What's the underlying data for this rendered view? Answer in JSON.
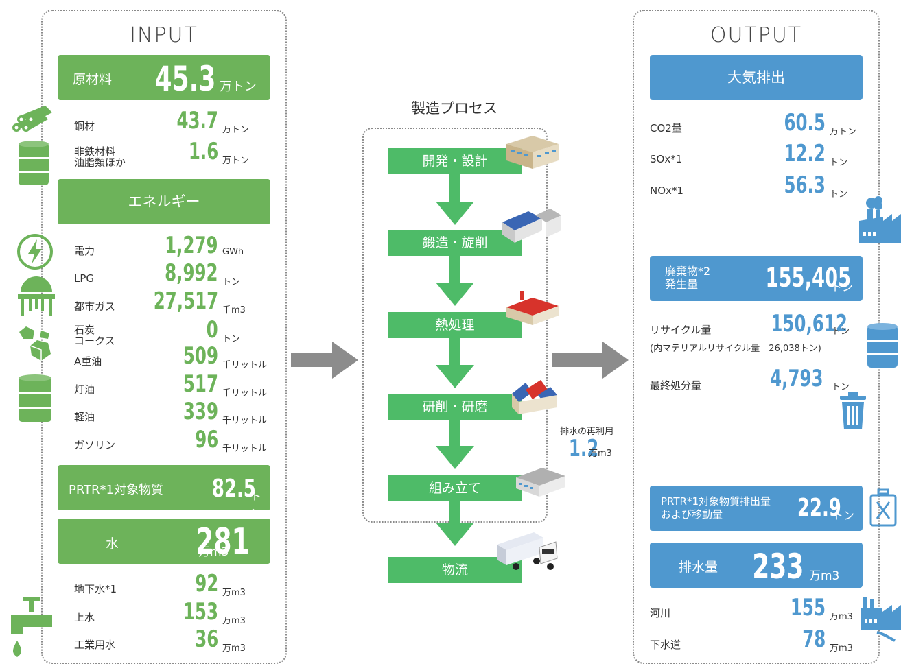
{
  "input": {
    "title": "INPUT",
    "raw": {
      "label": "原材料",
      "value": "45.3",
      "unit": "万トン"
    },
    "raw_items": [
      {
        "label": "鋼材",
        "value": "43.7",
        "unit": "万トン"
      },
      {
        "label": "非鉄材料\n油脂類ほか",
        "value": "1.6",
        "unit": "万トン"
      }
    ],
    "energy": {
      "label": "エネルギー"
    },
    "energy_items": [
      {
        "label": "電力",
        "value": "1,279",
        "unit": "GWh"
      },
      {
        "label": "LPG",
        "value": "8,992",
        "unit": "トン"
      },
      {
        "label": "都市ガス",
        "value": "27,517",
        "unit": "千m3"
      },
      {
        "label": "石炭\nコークス",
        "value": "0",
        "unit": "トン"
      },
      {
        "label": "A重油",
        "value": "509",
        "unit": "千リットル"
      },
      {
        "label": "灯油",
        "value": "517",
        "unit": "千リットル"
      },
      {
        "label": "軽油",
        "value": "339",
        "unit": "千リットル"
      },
      {
        "label": "ガソリン",
        "value": "96",
        "unit": "千リットル"
      }
    ],
    "prtr": {
      "label": "PRTR*1対象物質",
      "value": "82.5",
      "unit": "トン"
    },
    "water": {
      "label": "水",
      "value": "281",
      "unit": "万m3"
    },
    "water_items": [
      {
        "label": "地下水*1",
        "value": "92",
        "unit": "万m3"
      },
      {
        "label": "上水",
        "value": "153",
        "unit": "万m3"
      },
      {
        "label": "工業用水",
        "value": "36",
        "unit": "万m3"
      }
    ]
  },
  "process": {
    "title": "製造プロセス",
    "steps": [
      "開発・設計",
      "鍛造・旋削",
      "熱処理",
      "研削・研磨",
      "組み立て",
      "物流"
    ],
    "reuse": {
      "label": "排水の再利用",
      "value": "1.2",
      "unit": "万m3"
    }
  },
  "output": {
    "title": "OUTPUT",
    "air": {
      "label": "大気排出"
    },
    "air_items": [
      {
        "label": "CO2量",
        "value": "60.5",
        "unit": "万トン"
      },
      {
        "label": "SOx*1",
        "value": "12.2",
        "unit": "トン"
      },
      {
        "label": "NOx*1",
        "value": "56.3",
        "unit": "トン"
      }
    ],
    "waste": {
      "label": "廃棄物*2\n発生量",
      "value": "155,405",
      "unit": "トン"
    },
    "recycle": {
      "label": "リサイクル量",
      "value": "150,612",
      "unit": "トン",
      "note": "(内マテリアルリサイクル量　26,038トン)"
    },
    "final": {
      "label": "最終処分量",
      "value": "4,793",
      "unit": "トン"
    },
    "prtr": {
      "label": "PRTR*1対象物質排出量\nおよび移動量",
      "value": "22.9",
      "unit": "トン"
    },
    "drain": {
      "label": "排水量",
      "value": "233",
      "unit": "万m3"
    },
    "drain_items": [
      {
        "label": "河川",
        "value": "155",
        "unit": "万m3"
      },
      {
        "label": "下水道",
        "value": "78",
        "unit": "万m3"
      }
    ]
  },
  "colors": {
    "green": "#6db35a",
    "process_green": "#4ebb68",
    "blue": "#4f98cf",
    "arrow_gray": "#8c8c8c"
  }
}
